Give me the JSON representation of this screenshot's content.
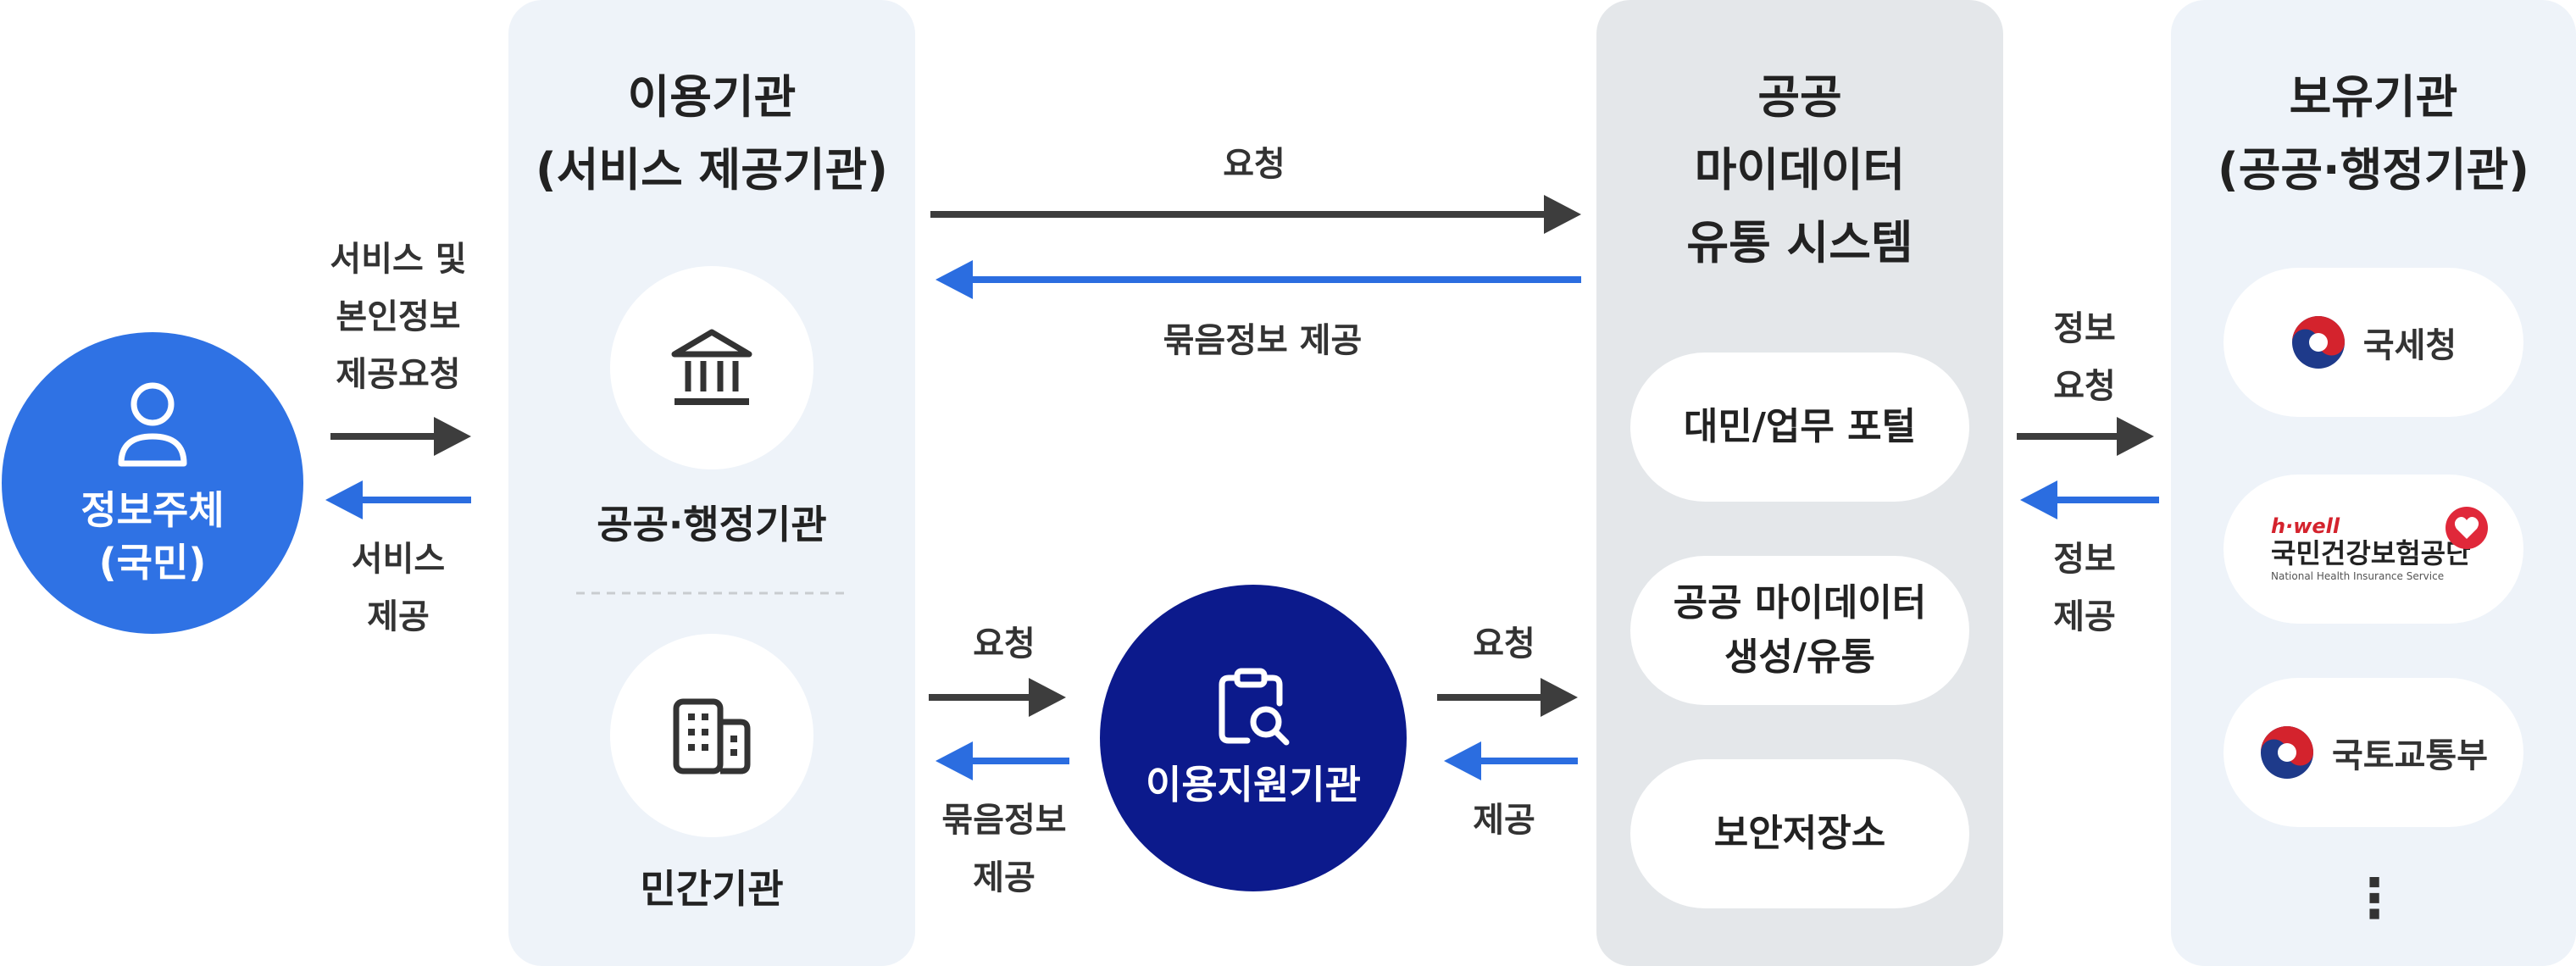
{
  "colors": {
    "dark_arrow": "#3d3d3d",
    "blue_arrow": "#2b6de0",
    "subject_circle": "#2f72e4",
    "support_circle": "#0c1a8c",
    "panel_light": "#eef3f9",
    "panel_gray": "#e4e7ea",
    "divider": "#c9ccd0"
  },
  "subject": {
    "label": "정보주체\n(국민)",
    "icon": "person-icon"
  },
  "left_arrows": {
    "request_label": "서비스 및\n본인정보\n제공요청",
    "response_label": "서비스\n제공"
  },
  "user_institution": {
    "title": "이용기관\n(서비스 제공기관)",
    "public": {
      "label": "공공·행정기관",
      "icon": "bank-icon"
    },
    "private": {
      "label": "민간기관",
      "icon": "building-icon"
    }
  },
  "top_arrows": {
    "request_label": "요청",
    "response_label": "묶음정보 제공"
  },
  "support": {
    "label": "이용지원기관",
    "icon": "clipboard-search-icon",
    "left_request_label": "요청",
    "left_response_label": "묶음정보\n제공",
    "right_request_label": "요청",
    "right_response_label": "제공"
  },
  "system": {
    "title": "공공\n마이데이터\n유통 시스템",
    "items": [
      "대민/업무 포털",
      "공공 마이데이터\n생성/유통",
      "보안저장소"
    ]
  },
  "right_arrows": {
    "request_label": "정보\n요청",
    "response_label": "정보\n제공"
  },
  "holder": {
    "title": "보유기관\n(공공·행정기관)",
    "orgs": [
      {
        "name": "국세청",
        "icon": "taegeuk-icon"
      },
      {
        "brand": "h·well",
        "name": "국민건강보험공단",
        "subtitle": "National Health Insurance Service",
        "icon": "heart-icon"
      },
      {
        "name": "국토교통부",
        "icon": "taegeuk-icon"
      }
    ],
    "more": "⋮"
  }
}
